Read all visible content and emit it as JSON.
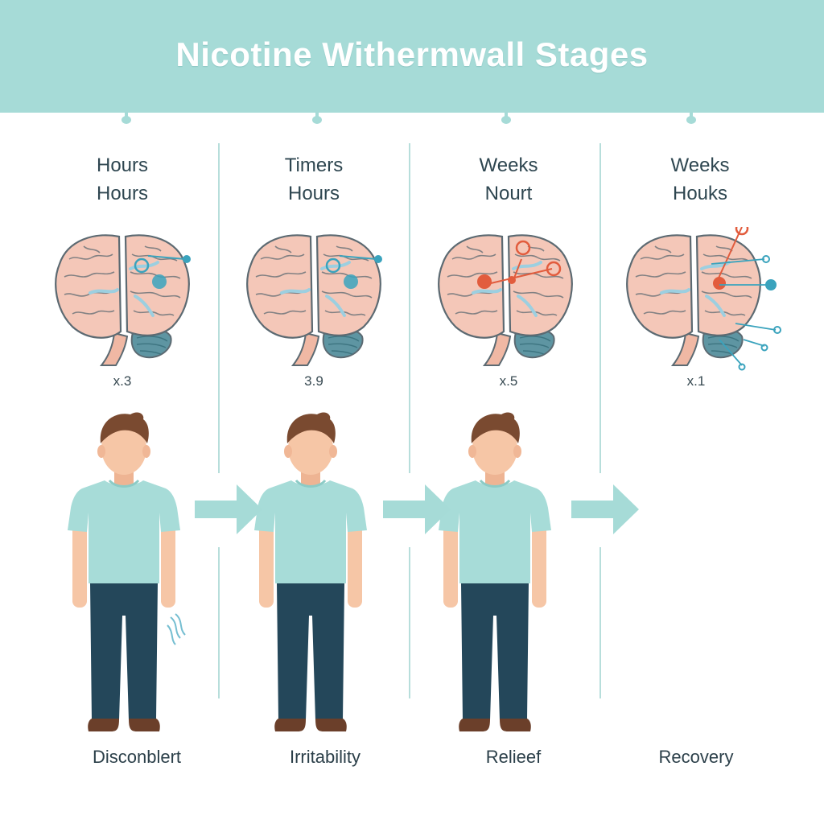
{
  "title": "Nicotine Withermwall Stages",
  "colors": {
    "banner": "#a6dbd7",
    "shirt": "#a7dcd8",
    "pants": "#24475a",
    "skin": "#f6c6a6",
    "hair": "#7a4a30",
    "brain_fill": "#f4c7b8",
    "brain_outline": "#5c6a72",
    "neural_blue": "#3aa3bd",
    "neural_red": "#e25c3d",
    "arrow": "#a6dbd7"
  },
  "stages": [
    {
      "time_line1": "Hours",
      "time_line2": "Hours",
      "metric": "x.3",
      "caption": "Disconblert",
      "accent": "blue",
      "has_person": true,
      "has_motion_lines": true
    },
    {
      "time_line1": "Timers",
      "time_line2": "Hours",
      "metric": "3.9",
      "caption": "Irritability",
      "accent": "blue",
      "has_person": true,
      "has_motion_lines": false
    },
    {
      "time_line1": "Weeks",
      "time_line2": "Nourt",
      "metric": "x.5",
      "caption": "Relieef",
      "accent": "red",
      "has_person": true,
      "has_motion_lines": false
    },
    {
      "time_line1": "Weeks",
      "time_line2": "Houks",
      "metric": "x.1",
      "caption": "Recovery",
      "accent": "mixed",
      "has_person": false,
      "has_motion_lines": false
    }
  ],
  "icons": {
    "brain": "brain-icon",
    "person": "person-icon",
    "arrow": "arrow-right-icon"
  }
}
